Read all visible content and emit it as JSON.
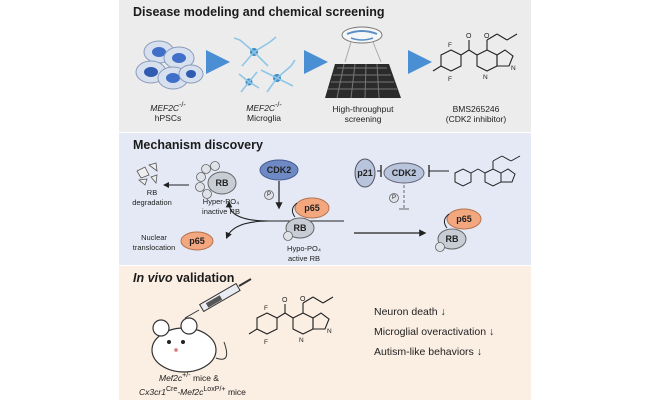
{
  "panels": {
    "screening": {
      "title": "Disease modeling and chemical screening",
      "hpsc_gene": "MEF2C",
      "hpsc_sup": "-/-",
      "hpsc_label": "hPSCs",
      "microglia_gene": "MEF2C",
      "microglia_sup": "-/-",
      "microglia_label": "Microglia",
      "screen_label_1": "High-throughput",
      "screen_label_2": "screening",
      "compound_name": "BMS265246",
      "compound_desc": "(CDK2 inhibitor)"
    },
    "mechanism": {
      "title": "Mechanism discovery",
      "cdk2": "CDK2",
      "cdk2_inhibited": "CDK2",
      "p21": "p21",
      "p65": "p65",
      "rb": "RB",
      "phospho": "P",
      "rb_degradation_1": "RB",
      "rb_degradation_2": "degradation",
      "hyper_po4_1": "Hyper-PO₄",
      "hyper_po4_2": "inactive RB",
      "nuclear_1": "Nuclear",
      "nuclear_2": "translocation",
      "hypo_po4_1": "Hypo-PO₄",
      "hypo_po4_2": "active RB"
    },
    "validation": {
      "title_italic": "In vivo",
      "title_rest": " validation",
      "mouse_line1_gene": "Mef2c",
      "mouse_line1_sup": "+/-",
      "mouse_line1_rest": "mice &",
      "mouse_line2_gene1": "Cx3cr1",
      "mouse_line2_sup1": "Cre",
      "mouse_line2_gene2": "-Mef2c",
      "mouse_line2_sup2": "LoxP/+",
      "mouse_line2_rest": "mice",
      "outcomes": [
        "Neuron death ↓",
        "Microglial overactivation ↓",
        "Autism-like behaviors ↓"
      ]
    }
  },
  "colors": {
    "arrow_blue": "#4a8fd4",
    "cdk2_fill": "#6f89c4",
    "p65_fill": "#f2a77f",
    "rb_fill": "#c8ccd4",
    "cell_blue": "#3f6fc8",
    "microglia": "#8fc6e6"
  }
}
